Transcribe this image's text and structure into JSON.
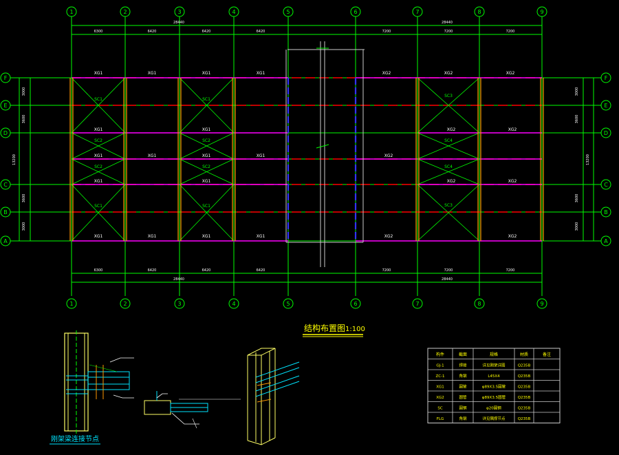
{
  "colors": {
    "background": "#000000",
    "grid": "#00ff00",
    "magenta_beam": "#ff00ff",
    "red_dash": "#ff0000",
    "column_orange": "#ff9900",
    "blue_column": "#3333ff",
    "tag_text": "#ffffff",
    "cyan_text": "#00e5ff",
    "title_yellow": "#ffff00",
    "table_line": "#cccccc"
  },
  "grid": {
    "columns": [
      "1",
      "2",
      "3",
      "4",
      "5",
      "6",
      "7",
      "8",
      "9"
    ],
    "rows": [
      "F",
      "E",
      "D",
      "C",
      "B",
      "A"
    ]
  },
  "dimensions": {
    "top_total_left": "28440",
    "top_total_right": "28440",
    "top_spans": [
      "6300",
      "6420",
      "6420",
      "6420",
      "7200",
      "7200",
      "7200"
    ],
    "bottom_total_left": "28440",
    "bottom_total_right": "28440",
    "bottom_spans": [
      "6300",
      "6420",
      "6420",
      "6420",
      "7200",
      "7200",
      "7200"
    ],
    "left_spans": [
      "3000",
      "3600",
      "3600",
      "3000"
    ],
    "left_total": "13200",
    "right_spans": [
      "3000",
      "3600",
      "3600",
      "3000"
    ],
    "right_total": "13200"
  },
  "beam_labels": {
    "xg1": "XG1",
    "xg2": "XG2",
    "sc1": "SC1",
    "sc2": "SC2",
    "sc3": "SC3",
    "sc4": "SC4"
  },
  "title": "结构布置图",
  "scale": "1:100",
  "detail_caption": "刚架梁连接节点",
  "legend_table": {
    "headers": [
      "构件",
      "截面",
      "规格",
      "材质",
      "备注"
    ],
    "rows": [
      [
        "GJ-1",
        "焊接",
        "详见刚架详图",
        "Q235B",
        ""
      ],
      [
        "ZC-1",
        "角钢",
        "L45X4",
        "Q235B",
        ""
      ],
      [
        "XG1",
        "圆管",
        "φ89X3.5圆管",
        "Q235B",
        ""
      ],
      [
        "XG2",
        "圆管",
        "φ89X3.5圆管",
        "Q235B",
        ""
      ],
      [
        "SC",
        "圆钢",
        "φ20圆钢",
        "Q235B",
        ""
      ],
      [
        "FLG",
        "角钢",
        "详见隅撑节点",
        "Q235B",
        ""
      ]
    ]
  }
}
